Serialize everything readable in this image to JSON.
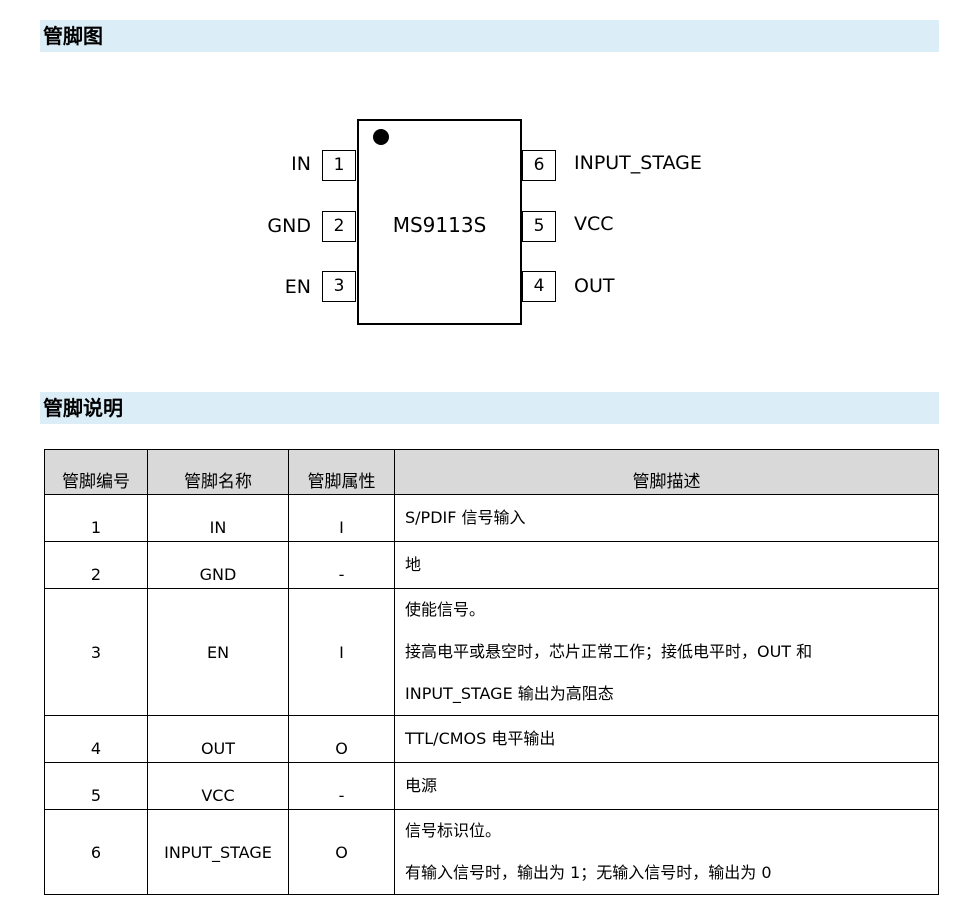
{
  "sections": {
    "pin_diagram_title": "管脚图",
    "pin_description_title": "管脚说明"
  },
  "chip": {
    "name": "MS9113S",
    "left_pins": [
      {
        "number": "1",
        "label": "IN"
      },
      {
        "number": "2",
        "label": "GND"
      },
      {
        "number": "3",
        "label": "EN"
      }
    ],
    "right_pins": [
      {
        "number": "6",
        "label": "INPUT_STAGE"
      },
      {
        "number": "5",
        "label": "VCC"
      },
      {
        "number": "4",
        "label": "OUT"
      }
    ]
  },
  "table": {
    "headers": [
      "管脚编号",
      "管脚名称",
      "管脚属性",
      "管脚描述"
    ],
    "rows": [
      {
        "num": "1",
        "name": "IN",
        "attr": "I",
        "desc": [
          "S/PDIF 信号输入"
        ]
      },
      {
        "num": "2",
        "name": "GND",
        "attr": "-",
        "desc": [
          "地"
        ]
      },
      {
        "num": "3",
        "name": "EN",
        "attr": "I",
        "desc": [
          "使能信号。",
          "接高电平或悬空时，芯片正常工作；接低电平时，OUT 和",
          "INPUT_STAGE 输出为高阻态"
        ]
      },
      {
        "num": "4",
        "name": "OUT",
        "attr": "O",
        "desc": [
          "TTL/CMOS 电平输出"
        ]
      },
      {
        "num": "5",
        "name": "VCC",
        "attr": "-",
        "desc": [
          "电源"
        ]
      },
      {
        "num": "6",
        "name": "INPUT_STAGE",
        "attr": "O",
        "desc": [
          "信号标识位。",
          "有输入信号时，输出为 1；无输入信号时，输出为 0"
        ]
      }
    ]
  }
}
